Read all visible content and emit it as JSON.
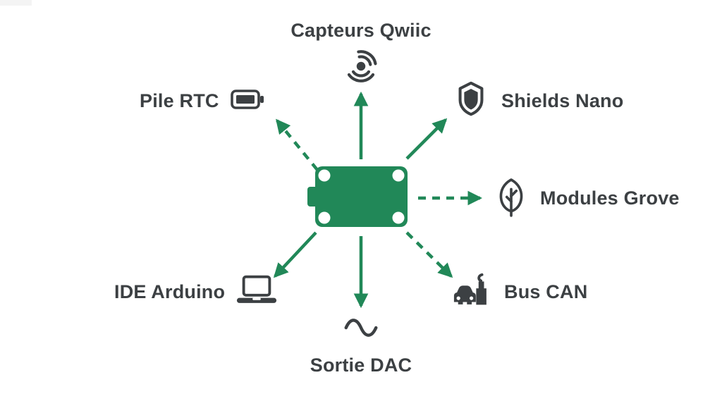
{
  "palette": {
    "green": "#218858",
    "ink": "#3c4043",
    "background": "#ffffff"
  },
  "board": {
    "type": "arduino-nano-board",
    "color": "#218858",
    "holes": 4
  },
  "nodes": [
    {
      "id": "capteurs-qwiic",
      "label": "Capteurs Qwiic",
      "icon": "sensor-signal-icon",
      "link_style": "solid",
      "direction": "up"
    },
    {
      "id": "pile-rtc",
      "label": "Pile RTC",
      "icon": "battery-icon",
      "link_style": "dashed",
      "direction": "up-left"
    },
    {
      "id": "shields-nano",
      "label": "Shields Nano",
      "icon": "shield-icon",
      "link_style": "solid",
      "direction": "up-right"
    },
    {
      "id": "modules-grove",
      "label": "Modules Grove",
      "icon": "leaf-icon",
      "link_style": "dashed",
      "direction": "right"
    },
    {
      "id": "bus-can",
      "label": "Bus CAN",
      "icon": "car-factory-icon",
      "link_style": "dashed",
      "direction": "down-right"
    },
    {
      "id": "ide-arduino",
      "label": "IDE Arduino",
      "icon": "laptop-icon",
      "link_style": "solid",
      "direction": "down-left"
    },
    {
      "id": "sortie-dac",
      "label": "Sortie DAC",
      "icon": "sine-wave-icon",
      "link_style": "solid",
      "direction": "down"
    }
  ]
}
